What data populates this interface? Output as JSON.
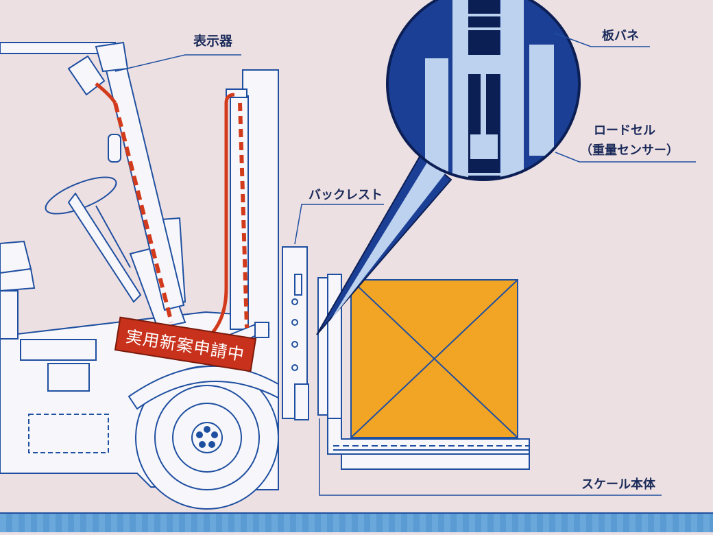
{
  "labels": {
    "indicator": "表示器",
    "leaf_spring": "板バネ",
    "load_cell": "ロードセル",
    "weight_sensor": "（重量センサー）",
    "backrest": "バックレスト",
    "scale_body": "スケール本体"
  },
  "banner": {
    "text": "実用新案申請中"
  },
  "colors": {
    "background": "#ede0e2",
    "outline": "#1f4fa0",
    "body_fill": "#f7f7fb",
    "cable": "#d23a1c",
    "crate": "#f2a524",
    "banner": "#c8321c",
    "floor": "#5b9bd3",
    "detail_blue": "#1b3f95",
    "detail_light": "#bcd2ee"
  }
}
